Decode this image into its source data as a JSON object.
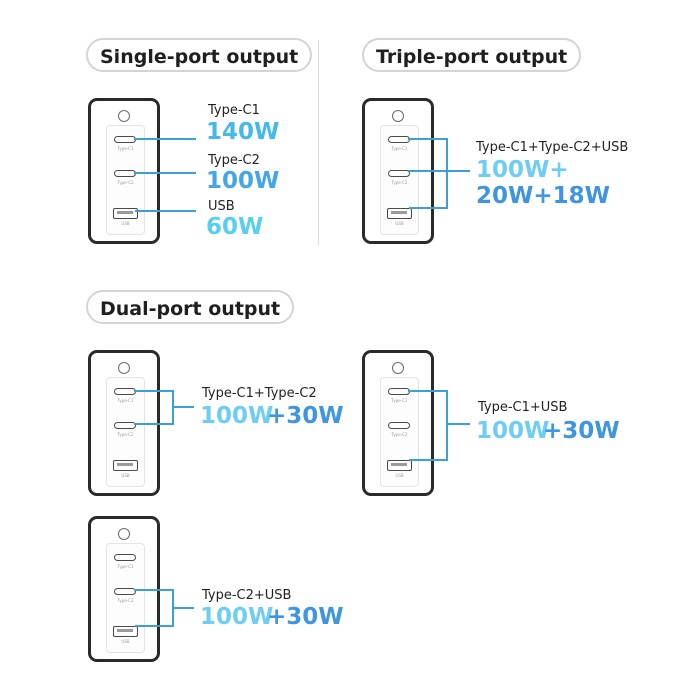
{
  "headings": {
    "single": "Single-port output",
    "triple": "Triple-port output",
    "dual": "Dual-port output"
  },
  "port_labels": {
    "c1": "Type-C1",
    "c2": "Type-C2",
    "usb": "USB"
  },
  "single_port": [
    {
      "label": "Type-C1",
      "power": "140W"
    },
    {
      "label": "Type-C2",
      "power": "100W"
    },
    {
      "label": "USB",
      "power": "60W"
    }
  ],
  "triple_port": {
    "label": "Type-C1+Type-C2+USB",
    "power_line1": "100W+",
    "power_line2": "20W+18W"
  },
  "dual_port": [
    {
      "label": "Type-C1+Type-C2",
      "power_a": "100W",
      "power_b": "+30W"
    },
    {
      "label": "Type-C1+USB",
      "power_a": "100W",
      "power_b": "+30W"
    },
    {
      "label": "Type-C2+USB",
      "power_a": "100W",
      "power_b": "+30W"
    }
  ],
  "colors": {
    "connector_line": "#3d9fd8",
    "power_light": "#6ecdf3",
    "power_dark": "#3e95e0",
    "charger_outline": "#2a2a2a"
  },
  "icons": [
    "charger-icon",
    "brand-logo-icon",
    "usb-c-port-icon",
    "usb-a-port-icon"
  ]
}
